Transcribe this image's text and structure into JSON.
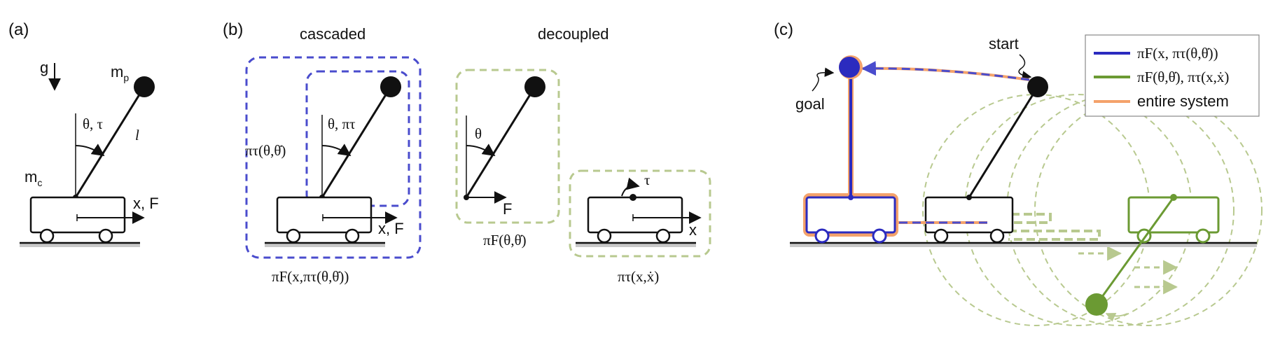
{
  "panels": {
    "a": {
      "label": "(a)",
      "gravity": "g",
      "pole_mass": "m",
      "pole_mass_sub": "p",
      "cart_mass": "m",
      "cart_mass_sub": "c",
      "angle_label": "θ, τ",
      "length_label": "l",
      "force_label": "x, F"
    },
    "b": {
      "label": "(b)",
      "cascaded_title": "cascaded",
      "decoupled_title": "decoupled",
      "inner_policy": "πτ(θ,θ̇)",
      "angle_policy": "θ, πτ",
      "force_label": "x, F",
      "outer_policy": "πF(x,πτ(θ,θ̇))",
      "theta": "θ",
      "F": "F",
      "pole_policy": "πF(θ,θ̇)",
      "tau": "τ",
      "x": "x",
      "cart_policy": "πτ(x,ẋ)"
    },
    "c": {
      "label": "(c)",
      "start": "start",
      "goal": "goal",
      "legend": [
        {
          "text": "πF(x, πτ(θ,θ̇))",
          "color": "#2b2bbf"
        },
        {
          "text": "πF(θ,θ̇), πτ(x,ẋ)",
          "color": "#6b9a33"
        },
        {
          "text": "entire system",
          "color": "#f4a26b"
        }
      ]
    }
  },
  "colors": {
    "blue": "#2b2bbf",
    "green": "#6b9a33",
    "orange": "#f4a26b",
    "light_green": "#b8c98f",
    "dash_blue": "#4a4ccd"
  }
}
